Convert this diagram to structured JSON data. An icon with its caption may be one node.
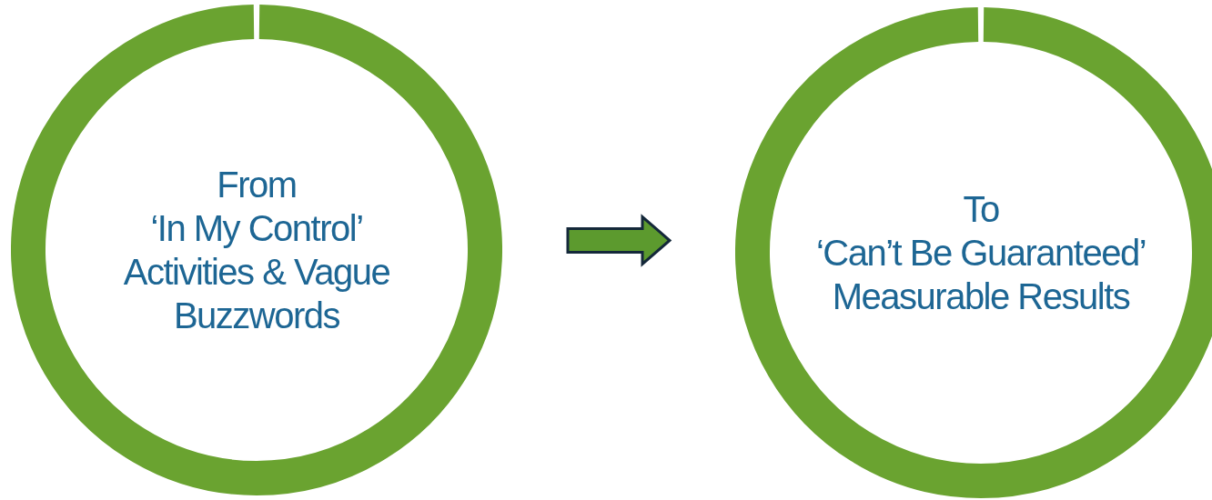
{
  "diagram": {
    "nodes": [
      {
        "text": [
          "From",
          "‘In My Control’ Activities & Vague Buzzwords"
        ]
      },
      {
        "text": [
          "To",
          "‘Can’t Be Guaranteed’ Measurable Results"
        ]
      }
    ],
    "edges": [
      {
        "from": 0,
        "to": 1,
        "arrow": "to",
        "style": "thick"
      }
    ]
  }
}
